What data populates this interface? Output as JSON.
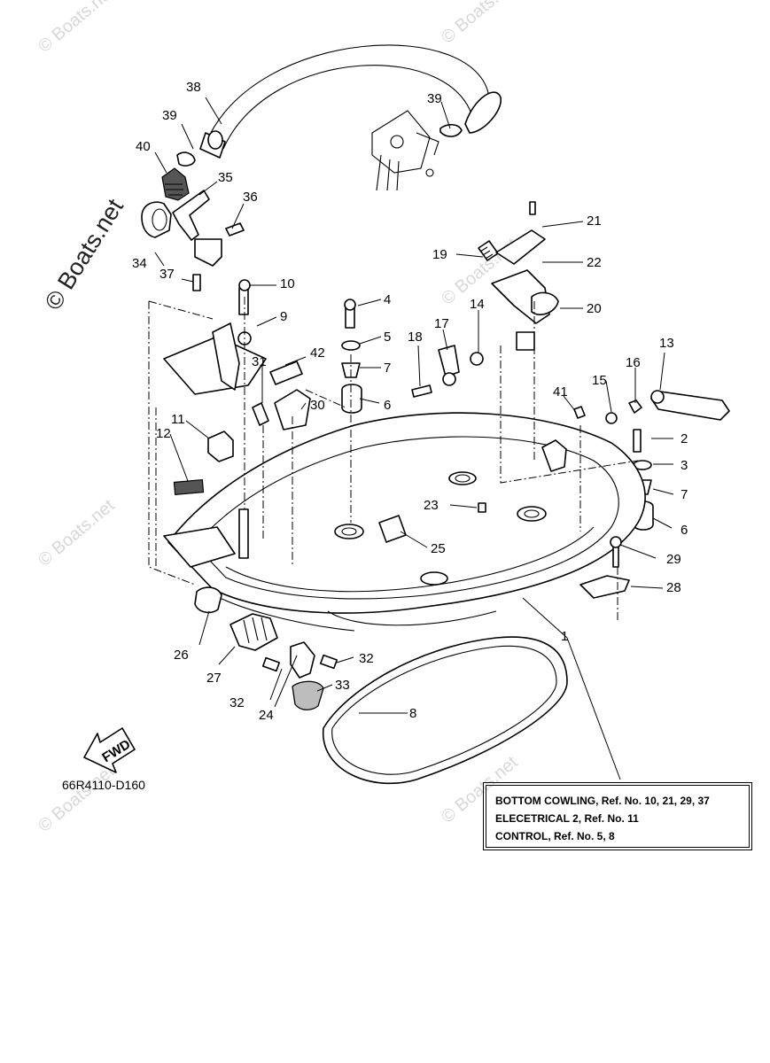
{
  "watermarks": {
    "main": "© Boats.net",
    "repeat": "© Boats.net"
  },
  "callouts": [
    "1",
    "2",
    "3",
    "4",
    "5",
    "6",
    "6",
    "7",
    "7",
    "8",
    "9",
    "10",
    "11",
    "12",
    "13",
    "14",
    "15",
    "16",
    "17",
    "18",
    "19",
    "20",
    "21",
    "22",
    "23",
    "24",
    "25",
    "26",
    "27",
    "28",
    "29",
    "30",
    "31",
    "32",
    "32",
    "33",
    "34",
    "35",
    "36",
    "37",
    "38",
    "39",
    "39",
    "40",
    "41",
    "42"
  ],
  "fwd_label": "FWD",
  "part_code": "66R4110-D160",
  "reference_box": {
    "lines": [
      "BOTTOM COWLING, Ref. No. 10, 21, 29, 37",
      "ELECETRICAL 2, Ref. No. 11",
      "CONTROL, Ref. No. 5, 8"
    ]
  }
}
